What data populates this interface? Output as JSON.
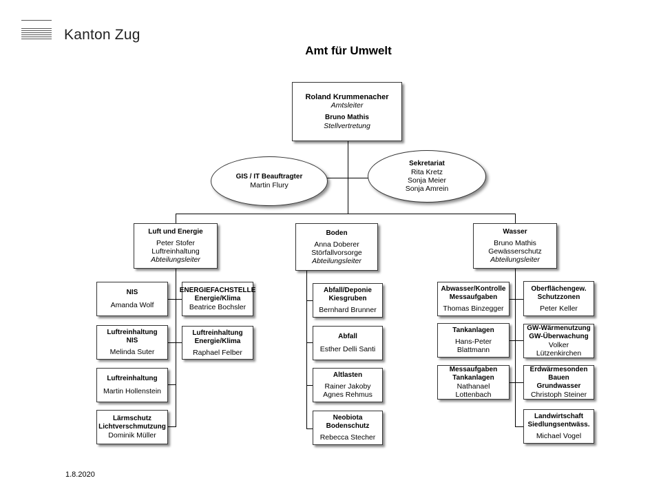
{
  "header": {
    "org": "Kanton Zug",
    "title": "Amt für Umwelt"
  },
  "footer": {
    "date": "1.8.2020"
  },
  "top": {
    "name": "Roland Krummenacher",
    "role": "Amtsleiter",
    "deputy": "Bruno Mathis",
    "deputy_role": "Stellvertretung"
  },
  "gis": {
    "title": "GIS / IT Beauftragter",
    "person": "Martin Flury"
  },
  "sekretariat": {
    "title": "Sekretariat",
    "p1": "Rita Kretz",
    "p2": "Sonja Meier",
    "p3": "Sonja Amrein"
  },
  "luft": {
    "title": "Luft und Energie",
    "person": "Peter Stofer",
    "sub": "Luftreinhaltung",
    "role": "Abteilungsleiter",
    "nis": {
      "title": "NIS",
      "person": "Amanda Wolf"
    },
    "energiefachstelle": {
      "t1": "ENERGIEFACHSTELLE",
      "t2": "Energie/Klima",
      "person": "Beatrice Bochsler"
    },
    "luft_nis": {
      "t1": "Luftreinhaltung",
      "t2": "NIS",
      "person": "Melinda Suter"
    },
    "luft_energie": {
      "t1": "Luftreinhaltung",
      "t2": "Energie/Klima",
      "person": "Raphael Felber"
    },
    "luftreinhaltung": {
      "title": "Luftreinhaltung",
      "person": "Martin Hollenstein"
    },
    "laerm": {
      "t1": "Lärmschutz",
      "t2": "Lichtverschmutzung",
      "person": "Dominik Müller"
    }
  },
  "boden": {
    "title": "Boden",
    "person": "Anna Doberer",
    "sub": "Störfallvorsorge",
    "role": "Abteilungsleiter",
    "abfall_deponie": {
      "t1": "Abfall/Deponie",
      "t2": "Kiesgruben",
      "person": "Bernhard Brunner"
    },
    "abfall": {
      "title": "Abfall",
      "person": "Esther Delli Santi"
    },
    "altlasten": {
      "title": "Altlasten",
      "p1": "Rainer Jakoby",
      "p2": "Agnes Rehmus"
    },
    "neobiota": {
      "t1": "Neobiota",
      "t2": "Bodenschutz",
      "person": "Rebecca Stecher"
    }
  },
  "wasser": {
    "title": "Wasser",
    "person": "Bruno Mathis",
    "sub": "Gewässerschutz",
    "role": "Abteilungsleiter",
    "abwasser": {
      "t1": "Abwasser/Kontrolle",
      "t2": "Messaufgaben",
      "person": "Thomas Binzegger"
    },
    "oberflaechen": {
      "t1": "Oberflächengew.",
      "t2": "Schutzzonen",
      "person": "Peter Keller"
    },
    "tankanlagen": {
      "title": "Tankanlagen",
      "p1": "Hans-Peter",
      "p2": "Blattmann"
    },
    "gw": {
      "t1": "GW-Wärmenutzung",
      "t2": "GW-Überwachung",
      "person": "Volker Lützenkirchen"
    },
    "messaufgaben": {
      "t1": "Messaufgaben",
      "t2": "Tankanlagen",
      "p1": "Nathanael",
      "p2": "Lottenbach"
    },
    "erdwaerme": {
      "t1": "Erdwärmesonden",
      "t2": "Bauen Grundwasser",
      "person": "Christoph Steiner"
    },
    "landwirtschaft": {
      "t1": "Landwirtschaft",
      "t2": "Siedlungsentwäss.",
      "person": "Michael Vogel"
    }
  }
}
